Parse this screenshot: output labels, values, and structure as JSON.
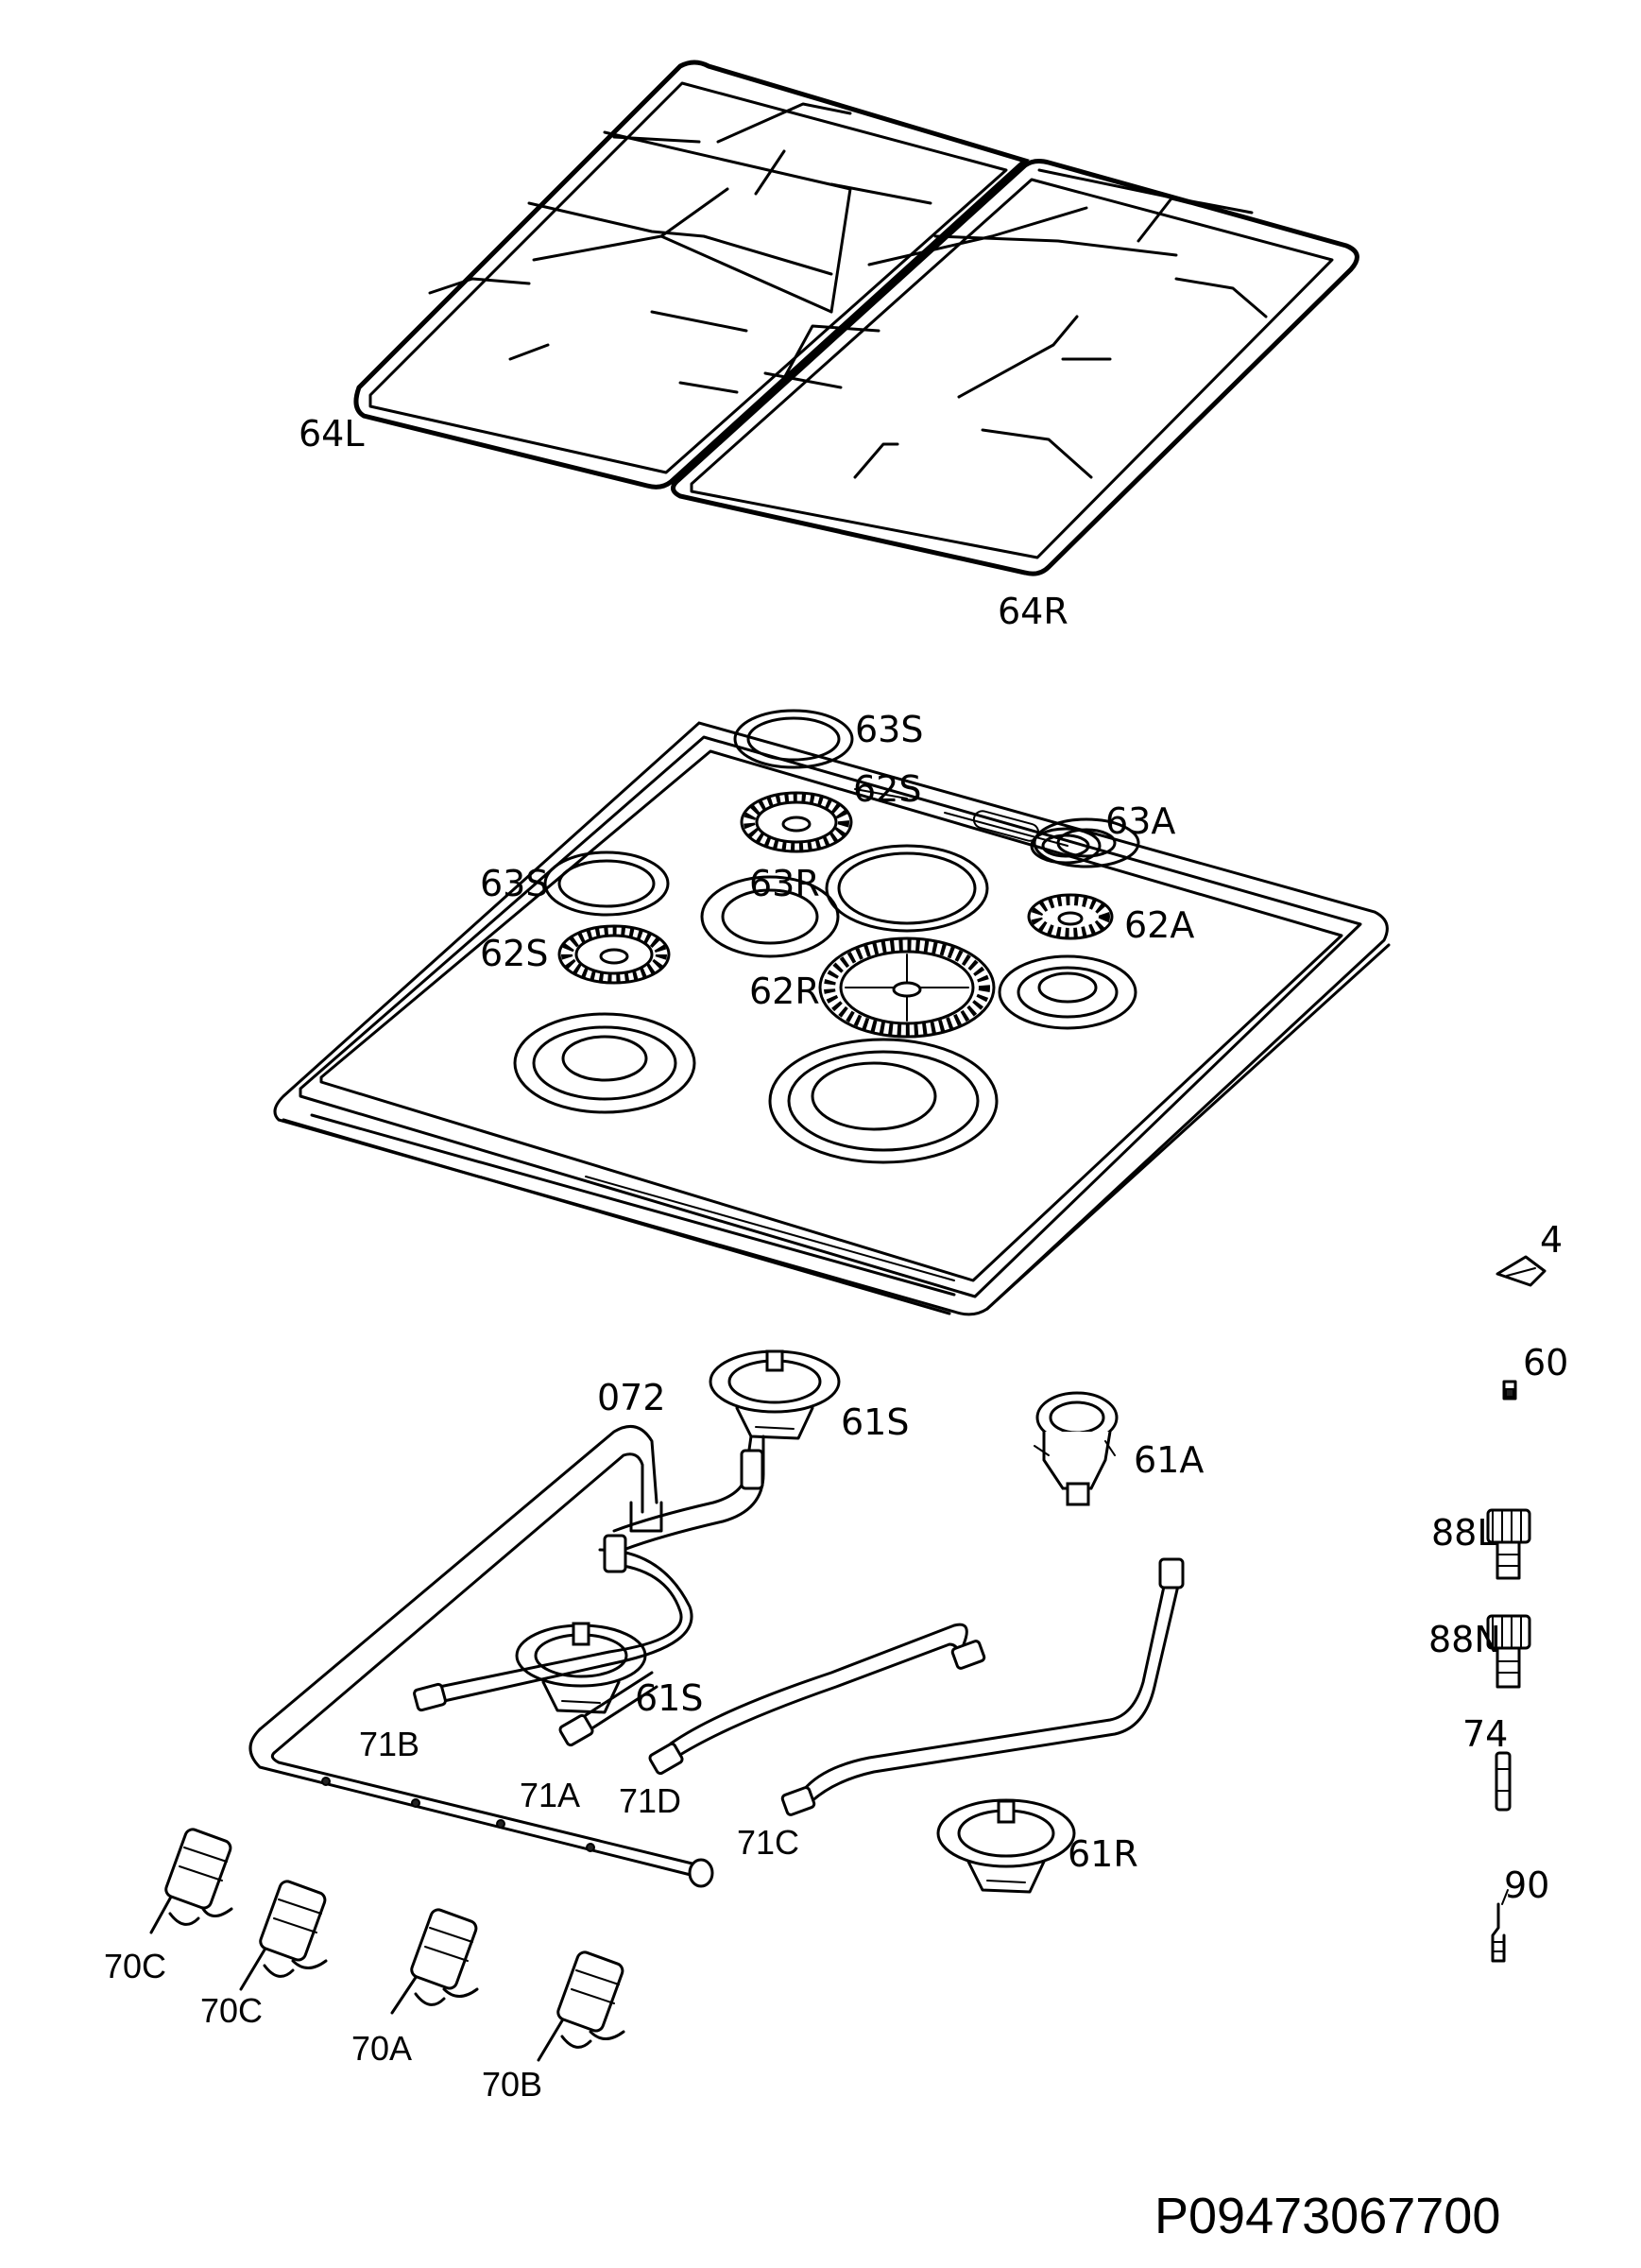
{
  "drawing": {
    "document_number": "P09473067700",
    "callouts": {
      "grid_left": "64L",
      "grid_right": "64R",
      "cap_small_top": "63S",
      "crown_small_top": "62S",
      "cap_aux": "63A",
      "cap_small_left": "63S",
      "cap_rapid": "63R",
      "crown_aux": "62A",
      "crown_small_left": "62S",
      "crown_rapid": "62R",
      "screw": "4",
      "clip": "60",
      "pipe_main": "072",
      "burner_small_top": "61S",
      "burner_aux": "61A",
      "adapter_l": "88L",
      "adapter_n": "88N",
      "burner_small_mid": "61S",
      "thermocouple": "74",
      "spark_plug": "90",
      "pipe_71b": "71B",
      "pipe_71a": "71A",
      "pipe_71d": "71D",
      "pipe_71c": "71C",
      "burner_rapid": "61R",
      "tap_70c_1": "70C",
      "tap_70c_2": "70C",
      "tap_70a": "70A",
      "tap_70b": "70B"
    }
  }
}
